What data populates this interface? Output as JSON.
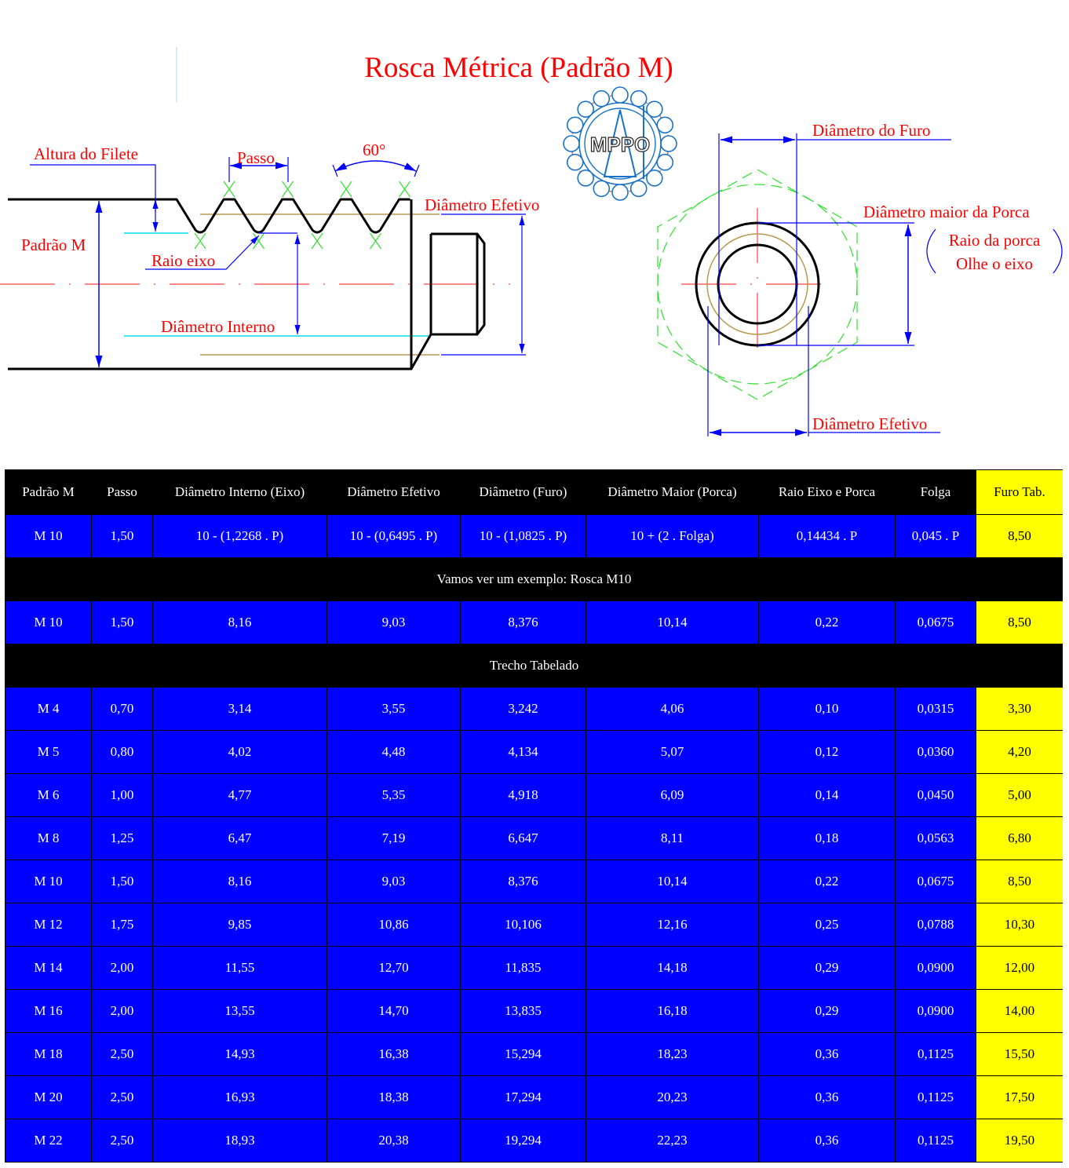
{
  "title": "Rosca Métrica (Padrão M)",
  "logo_text": "MPPO",
  "diagram_labels": {
    "altura_filete": "Altura do Filete",
    "passo": "Passo",
    "angle": "60°",
    "diametro_efetivo_left": "Diâmetro Efetivo",
    "padrao_m": "Padrão M",
    "raio_eixo": "Raio eixo",
    "diametro_interno": "Diâmetro Interno",
    "diametro_furo": "Diâmetro do Furo",
    "diametro_maior_porca": "Diâmetro maior da Porca",
    "raio_porca": "Raio da porca",
    "olhe_eixo": "Olhe o eixo",
    "diametro_efetivo_right": "Diâmetro Efetivo"
  },
  "colors": {
    "label": "#ff0000",
    "dimension": "#0000ff",
    "row_bg": "#0000ff",
    "tab_bg": "#ffff00",
    "header_bg": "#000000"
  },
  "table": {
    "headers": [
      "Padrão M",
      "Passo",
      "Diâmetro Interno (Eixo)",
      "Diâmetro Efetivo",
      "Diâmetro (Furo)",
      "Diâmetro Maior (Porca)",
      "Raio Eixo e Porca",
      "Folga",
      "Furo Tab."
    ],
    "formula_row": [
      "M 10",
      "1,50",
      "10 - (1,2268 . P)",
      "10 - (0,6495 . P)",
      "10 - (1,0825 . P)",
      "10 + (2 . Folga)",
      "0,14434 . P",
      "0,045 . P",
      "8,50"
    ],
    "example_title": "Vamos ver um exemplo: Rosca M10",
    "example_row": [
      "M 10",
      "1,50",
      "8,16",
      "9,03",
      "8,376",
      "10,14",
      "0,22",
      "0,0675",
      "8,50"
    ],
    "tabulated_title": "Trecho Tabelado",
    "rows": [
      [
        "M 4",
        "0,70",
        "3,14",
        "3,55",
        "3,242",
        "4,06",
        "0,10",
        "0,0315",
        "3,30"
      ],
      [
        "M 5",
        "0,80",
        "4,02",
        "4,48",
        "4,134",
        "5,07",
        "0,12",
        "0,0360",
        "4,20"
      ],
      [
        "M 6",
        "1,00",
        "4,77",
        "5,35",
        "4,918",
        "6,09",
        "0,14",
        "0,0450",
        "5,00"
      ],
      [
        "M 8",
        "1,25",
        "6,47",
        "7,19",
        "6,647",
        "8,11",
        "0,18",
        "0,0563",
        "6,80"
      ],
      [
        "M 10",
        "1,50",
        "8,16",
        "9,03",
        "8,376",
        "10,14",
        "0,22",
        "0,0675",
        "8,50"
      ],
      [
        "M 12",
        "1,75",
        "9,85",
        "10,86",
        "10,106",
        "12,16",
        "0,25",
        "0,0788",
        "10,30"
      ],
      [
        "M 14",
        "2,00",
        "11,55",
        "12,70",
        "11,835",
        "14,18",
        "0,29",
        "0,0900",
        "12,00"
      ],
      [
        "M 16",
        "2,00",
        "13,55",
        "14,70",
        "13,835",
        "16,18",
        "0,29",
        "0,0900",
        "14,00"
      ],
      [
        "M 18",
        "2,50",
        "14,93",
        "16,38",
        "15,294",
        "18,23",
        "0,36",
        "0,1125",
        "15,50"
      ],
      [
        "M 20",
        "2,50",
        "16,93",
        "18,38",
        "17,294",
        "20,23",
        "0,36",
        "0,1125",
        "17,50"
      ],
      [
        "M 22",
        "2,50",
        "18,93",
        "20,38",
        "19,294",
        "22,23",
        "0,36",
        "0,1125",
        "19,50"
      ]
    ]
  }
}
